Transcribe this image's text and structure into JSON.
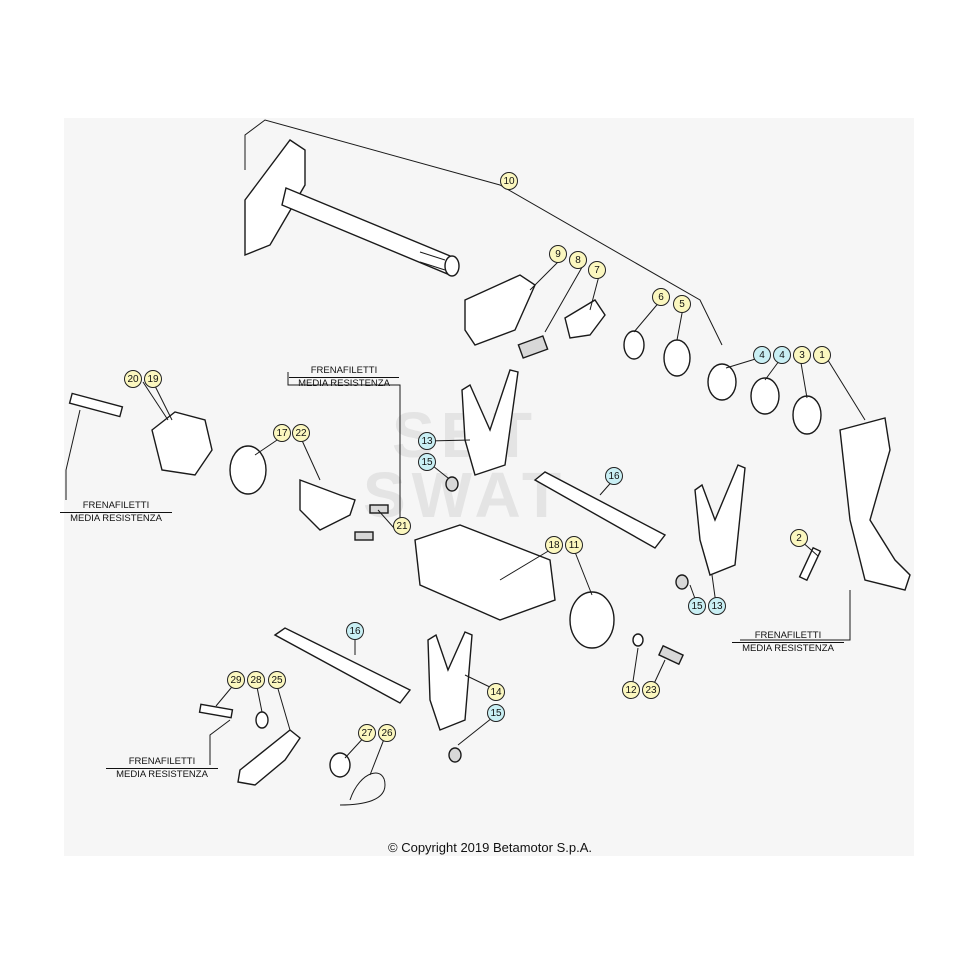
{
  "colors": {
    "callout_yellow": "#fbf7bf",
    "callout_cyan": "#c9eff4",
    "panel": "#f6f6f6"
  },
  "watermark": {
    "line1": "SBT",
    "line2": "SWAT"
  },
  "notes": [
    {
      "id": "note-a",
      "line1": "FRENAFILETTI",
      "line2": "MEDIA RESISTENZA"
    },
    {
      "id": "note-b",
      "line1": "FRENAFILETTI",
      "line2": "MEDIA RESISTENZA"
    },
    {
      "id": "note-c",
      "line1": "FRENAFILETTI",
      "line2": "MEDIA RESISTENZA"
    },
    {
      "id": "note-d",
      "line1": "FRENAFILETTI",
      "line2": "MEDIA RESISTENZA"
    }
  ],
  "callouts": [
    {
      "label": "10",
      "color": "yellow"
    },
    {
      "label": "9",
      "color": "yellow"
    },
    {
      "label": "8",
      "color": "yellow"
    },
    {
      "label": "7",
      "color": "yellow"
    },
    {
      "label": "6",
      "color": "yellow"
    },
    {
      "label": "5",
      "color": "yellow"
    },
    {
      "label": "4",
      "color": "cyan"
    },
    {
      "label": "4",
      "color": "cyan"
    },
    {
      "label": "3",
      "color": "yellow"
    },
    {
      "label": "1",
      "color": "yellow"
    },
    {
      "label": "20",
      "color": "yellow"
    },
    {
      "label": "19",
      "color": "yellow"
    },
    {
      "label": "13",
      "color": "cyan"
    },
    {
      "label": "15",
      "color": "cyan"
    },
    {
      "label": "17",
      "color": "yellow"
    },
    {
      "label": "22",
      "color": "yellow"
    },
    {
      "label": "16",
      "color": "cyan"
    },
    {
      "label": "21",
      "color": "yellow"
    },
    {
      "label": "18",
      "color": "yellow"
    },
    {
      "label": "11",
      "color": "yellow"
    },
    {
      "label": "2",
      "color": "yellow"
    },
    {
      "label": "15",
      "color": "cyan"
    },
    {
      "label": "13",
      "color": "cyan"
    },
    {
      "label": "16",
      "color": "cyan"
    },
    {
      "label": "12",
      "color": "yellow"
    },
    {
      "label": "23",
      "color": "yellow"
    },
    {
      "label": "14",
      "color": "yellow"
    },
    {
      "label": "15",
      "color": "cyan"
    },
    {
      "label": "29",
      "color": "yellow"
    },
    {
      "label": "28",
      "color": "yellow"
    },
    {
      "label": "25",
      "color": "yellow"
    },
    {
      "label": "27",
      "color": "yellow"
    },
    {
      "label": "26",
      "color": "yellow"
    }
  ],
  "copyright": "© Copyright 2019 Betamotor S.p.A."
}
